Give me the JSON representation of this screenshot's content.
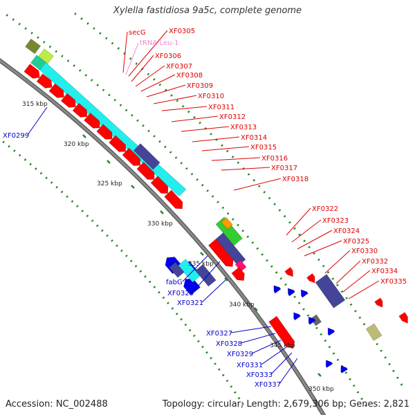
{
  "title": "Xylella fastidiosa 9a5c, complete genome",
  "footer": {
    "accession": "Accession: NC_002488",
    "topology": "Topology: circular; Length: 2,679,306 bp; Genes: 2,821"
  },
  "colors": {
    "label_red": "#dd0000",
    "label_blue": "#0000cc",
    "label_pink": "#ee88cc",
    "backbone": "#888888",
    "tick_green": "#228822",
    "gene_red": "#ff0000",
    "gene_blue": "#0000ee",
    "gene_cyan": "#22eeee",
    "gene_navy": "#444499",
    "gene_green": "#33cc33",
    "gene_olive": "#778833",
    "gene_teal": "#22cc99",
    "gene_orange": "#ff9900",
    "gene_magenta": "#ff1177",
    "gene_grey": "#666666"
  },
  "scale_labels": [
    "315 kbp",
    "320 kbp",
    "325 kbp",
    "330 kbp",
    "335 kbp",
    "340 kbp",
    "345 kbp",
    "350 kbp"
  ],
  "gene_labels": {
    "red": [
      "secG",
      "XF0305",
      "XF0306",
      "XF0307",
      "XF0308",
      "XF0309",
      "XF0310",
      "XF0311",
      "XF0312",
      "XF0313",
      "XF0314",
      "XF0315",
      "XF0316",
      "XF0317",
      "XF0318",
      "XF0322",
      "XF0323",
      "XF0324",
      "XF0325",
      "XF0330",
      "XF0332",
      "XF0334",
      "XF0335"
    ],
    "pink": [
      "tRNA-Leu-1"
    ],
    "blue": [
      "XF0299",
      "fabG",
      "XF0320",
      "XF0321",
      "XF0327",
      "XF0328",
      "XF0329",
      "XF0331",
      "XF0333",
      "XF0337"
    ]
  }
}
